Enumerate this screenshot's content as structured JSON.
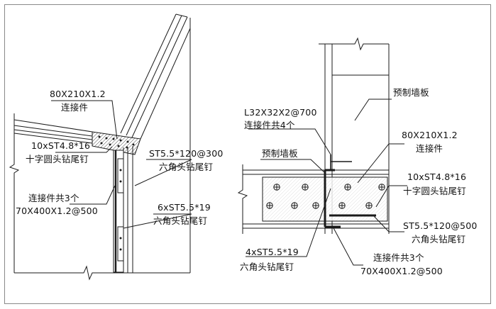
{
  "colors": {
    "line": "#1a1a1a",
    "frame": "#8a8a8a",
    "text": "#111111",
    "accent_fill": "#111111"
  },
  "left_detail": {
    "conn_plate": {
      "spec": "80X210X1.2",
      "name": "连接件"
    },
    "cross_screw": {
      "spec": "10xST4.8*16",
      "name": "十字圆头钻尾钉"
    },
    "connector_set": {
      "count_text": "连接件共3个",
      "spec": "70X400X1.2@500"
    },
    "hex_screw_a": {
      "spec": "ST5.5*120@300",
      "name": "六角头钻尾钉"
    },
    "hex_screw_b": {
      "spec": "6xST5.5*19",
      "name": "六角头钻尾钉"
    }
  },
  "right_detail": {
    "panel_top": "预制墙板",
    "angle": {
      "spec": "L32X32X2@700",
      "count_text": "连接件共4个"
    },
    "panel_left": "预制墙板",
    "conn_plate": {
      "spec": "80X210X1.2",
      "name": "连接件"
    },
    "cross_screw": {
      "spec": "10xST4.8*16",
      "name": "十字圆头钻尾钉"
    },
    "hex_screw_a": {
      "spec": "ST5.5*120@500",
      "name": "六角头钻尾钉"
    },
    "hex_screw_b": {
      "spec": "4xST5.5*19",
      "name": "六角头钻尾钉"
    },
    "connector_set": {
      "count_text": "连接件共3个",
      "spec": "70X400X1.2@500"
    }
  }
}
